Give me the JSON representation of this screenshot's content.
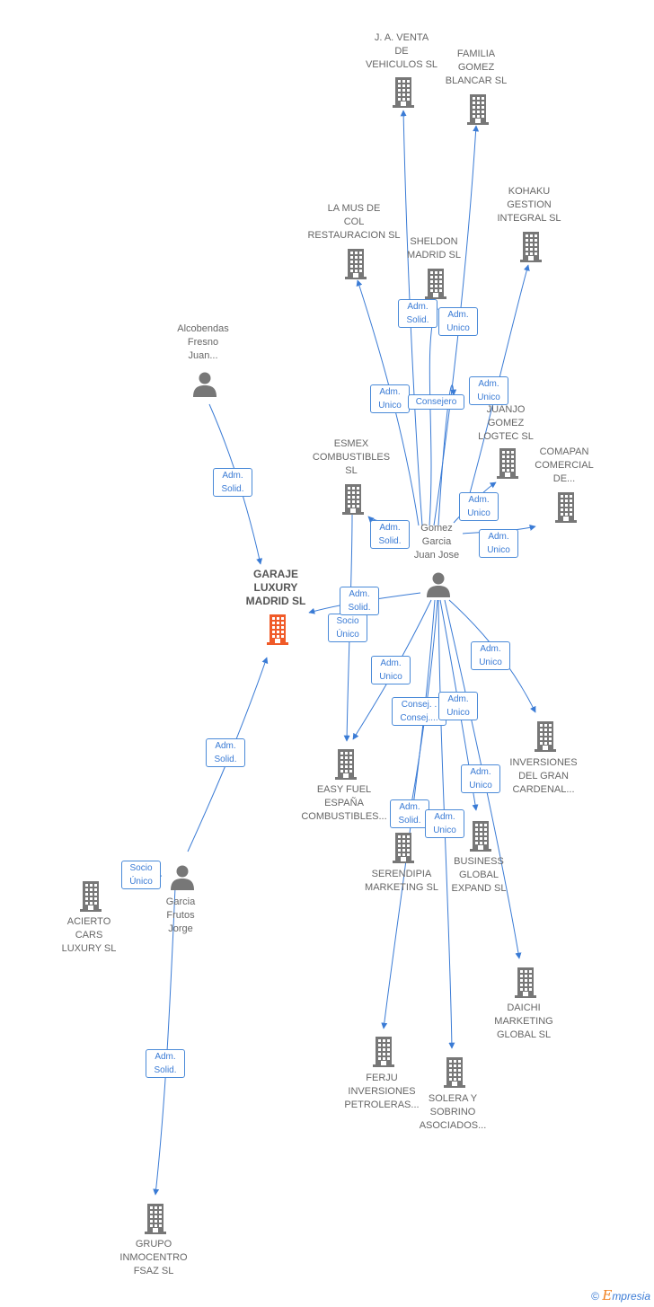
{
  "colors": {
    "edge": "#3a7bd5",
    "node": "#777777",
    "focus": "#f05a28"
  },
  "nodes": {
    "garaje": {
      "label": "GARAJE\nLUXURY\nMADRID  SL",
      "type": "company",
      "focus": true
    },
    "gomez": {
      "label": "Gomez\nGarcia\nJuan Jose",
      "type": "person"
    },
    "alcobendas": {
      "label": "Alcobendas\nFresno\nJuan...",
      "type": "person"
    },
    "garcia": {
      "label": "Garcia\nFrutos\nJorge",
      "type": "person"
    },
    "javenta": {
      "label": "J. A. VENTA\nDE\nVEHICULOS  SL",
      "type": "company"
    },
    "familia": {
      "label": "FAMILIA\nGOMEZ\nBLANCAR SL",
      "type": "company"
    },
    "lamus": {
      "label": "LA MUS DE\nCOL\nRESTAURACION SL",
      "type": "company"
    },
    "sheldon": {
      "label": "SHELDON\nMADRID SL",
      "type": "company"
    },
    "kohaku": {
      "label": "KOHAKU\nGESTION\nINTEGRAL  SL",
      "type": "company"
    },
    "juanjo": {
      "label": "JUANJO\nGOMEZ\nLOGTEC  SL",
      "type": "company"
    },
    "comapan": {
      "label": "COMAPAN\nCOMERCIAL\nDE...",
      "type": "company"
    },
    "esmex": {
      "label": "ESMEX\nCOMBUSTIBLES\nSL",
      "type": "company"
    },
    "easyfuel": {
      "label": "EASY FUEL\nESPAÑA\nCOMBUSTIBLES...",
      "type": "company"
    },
    "inversiones": {
      "label": "INVERSIONES\nDEL GRAN\nCARDENAL...",
      "type": "company"
    },
    "serendipia": {
      "label": "SERENDIPIA\nMARKETING SL",
      "type": "company"
    },
    "business": {
      "label": "BUSINESS\nGLOBAL\nEXPAND  SL",
      "type": "company"
    },
    "daichi": {
      "label": "DAICHI\nMARKETING\nGLOBAL  SL",
      "type": "company"
    },
    "ferju": {
      "label": "FERJU\nINVERSIONES\nPETROLERAS...",
      "type": "company"
    },
    "solera": {
      "label": "SOLERA Y\nSOBRINO\nASOCIADOS...",
      "type": "company"
    },
    "acierto": {
      "label": "ACIERTO\nCARS\nLUXURY  SL",
      "type": "company"
    },
    "grupo": {
      "label": "GRUPO\nINMOCENTRO\nFSAZ  SL",
      "type": "company"
    }
  },
  "badges": {
    "b1": "Adm.\nSolid.",
    "b2": "Adm.\nUnico",
    "b3": "Adm.\nUnico",
    "b4": "Consejero",
    "b5": "Adm.\nUnico",
    "b6": "Adm.\nSolid.",
    "b7": "Adm.\nUnico",
    "b8": "Adm.\nUnico",
    "b9": "Adm.\nSolid.",
    "b10": "Socio\nÚnico",
    "b11": "Adm.\nSolid.",
    "b12": "Adm.\nUnico",
    "b13": "Adm.\nUnico",
    "b14": "Consej. .\nConsej....",
    "b15": "Adm.\nUnico",
    "b16": "Adm.\nUnico",
    "b17": "Adm.\nSolid.",
    "b18": "Adm.\nUnico",
    "b19": "Adm.\nSolid.",
    "b20": "Socio\nÚnico",
    "b21": "Adm.\nSolid."
  },
  "brand": {
    "symbol": "©",
    "initial": "E",
    "rest": "mpresia"
  }
}
